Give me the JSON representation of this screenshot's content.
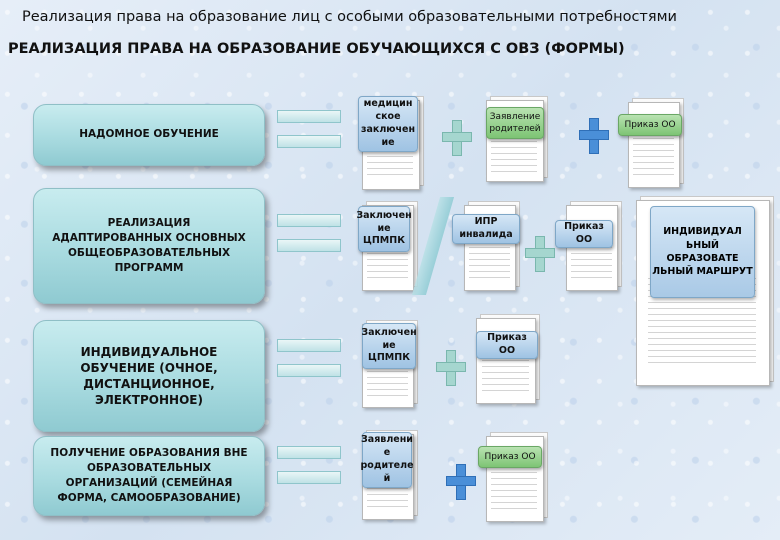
{
  "header": {
    "top_title": "Реализация права на образование лиц с особыми образовательными потребностями",
    "main_title": "РЕАЛИЗАЦИЯ ПРАВА НА ОБРАЗОВАНИЕ ОБУЧАЮЩИХСЯ С ОВЗ (ФОРМЫ)"
  },
  "forms": [
    {
      "label": "НАДОМНОЕ ОБУЧЕНИЕ"
    },
    {
      "label": "РЕАЛИЗАЦИЯ АДАПТИРОВАННЫХ ОСНОВНЫХ ОБЩЕОБРАЗОВАТЕЛЬНЫХ ПРОГРАММ"
    },
    {
      "label": "ИНДИВИДУАЛЬНОЕ ОБУЧЕНИЕ (ОЧНОЕ, ДИСТАНЦИОННОЕ, ЭЛЕКТРОННОЕ)"
    },
    {
      "label": "ПОЛУЧЕНИЕ ОБРАЗОВАНИЯ ВНЕ ОБРАЗОВАТЕЛЬНЫХ ОРГАНИЗАЦИЙ (СЕМЕЙНАЯ ФОРМА, САМООБРАЗОВАНИЕ)"
    }
  ],
  "documents": {
    "row1": {
      "medical": "медицин ское заключен ие",
      "parents_application": "Заявление родителей",
      "order": "Приказ ОО"
    },
    "row2": {
      "pmpk": "Заключен ие ЦПМПК",
      "ipr": "ИПР инвалида",
      "order": "Приказ ОО"
    },
    "row3": {
      "pmpk": "Заключен ие ЦПМПК",
      "order": "Приказ ОО"
    },
    "row4": {
      "parents_application": "Заявлени е родителе й",
      "order": "Приказ ОО"
    },
    "individual_route": "ИНДИВИДУАЛ ЬНЫЙ ОБРАЗОВАТЕ ЛЬНЫЙ МАРШРУТ"
  },
  "icons": {
    "equals": "equals-icon",
    "plus_light": "plus-icon",
    "plus_blue": "plus-icon",
    "slash": "or-slash-icon"
  },
  "colors": {
    "pill": "#a9dbe0",
    "label_blue": "#9fc3e3",
    "label_green": "#7dc474",
    "plus_blue": "#4a8fd8",
    "plus_light": "#a5d6cf"
  }
}
